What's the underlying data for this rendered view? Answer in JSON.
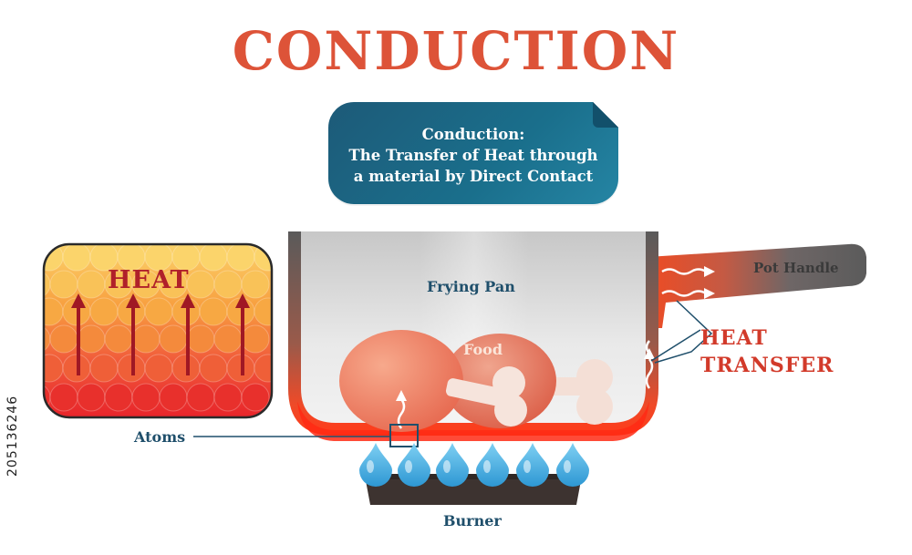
{
  "title": "CONDUCTION",
  "definition": {
    "line1": "Conduction:",
    "line2": "The Transfer of Heat through",
    "line3": "a material by Direct Contact"
  },
  "labels": {
    "frying_pan": "Frying Pan",
    "food": "Food",
    "pot_handle": "Pot Handle",
    "heat_transfer_line1": "HEAT",
    "heat_transfer_line2": "TRANSFER",
    "heat": "HEAT",
    "atoms": "Atoms",
    "burner": "Burner"
  },
  "watermark": "205136246",
  "colors": {
    "title": "#dd5338",
    "definition_box": "#1d5a78",
    "label_text": "#1f4f6b",
    "heat_red": "#d23a2a",
    "flame_blue": "#3aa9dc",
    "pan_gray": "#c8c8c8",
    "burner": "#3d3330"
  },
  "icons": [
    "heat-arrow-icon",
    "wavy-heat-arrow-icon",
    "flame-icon"
  ]
}
